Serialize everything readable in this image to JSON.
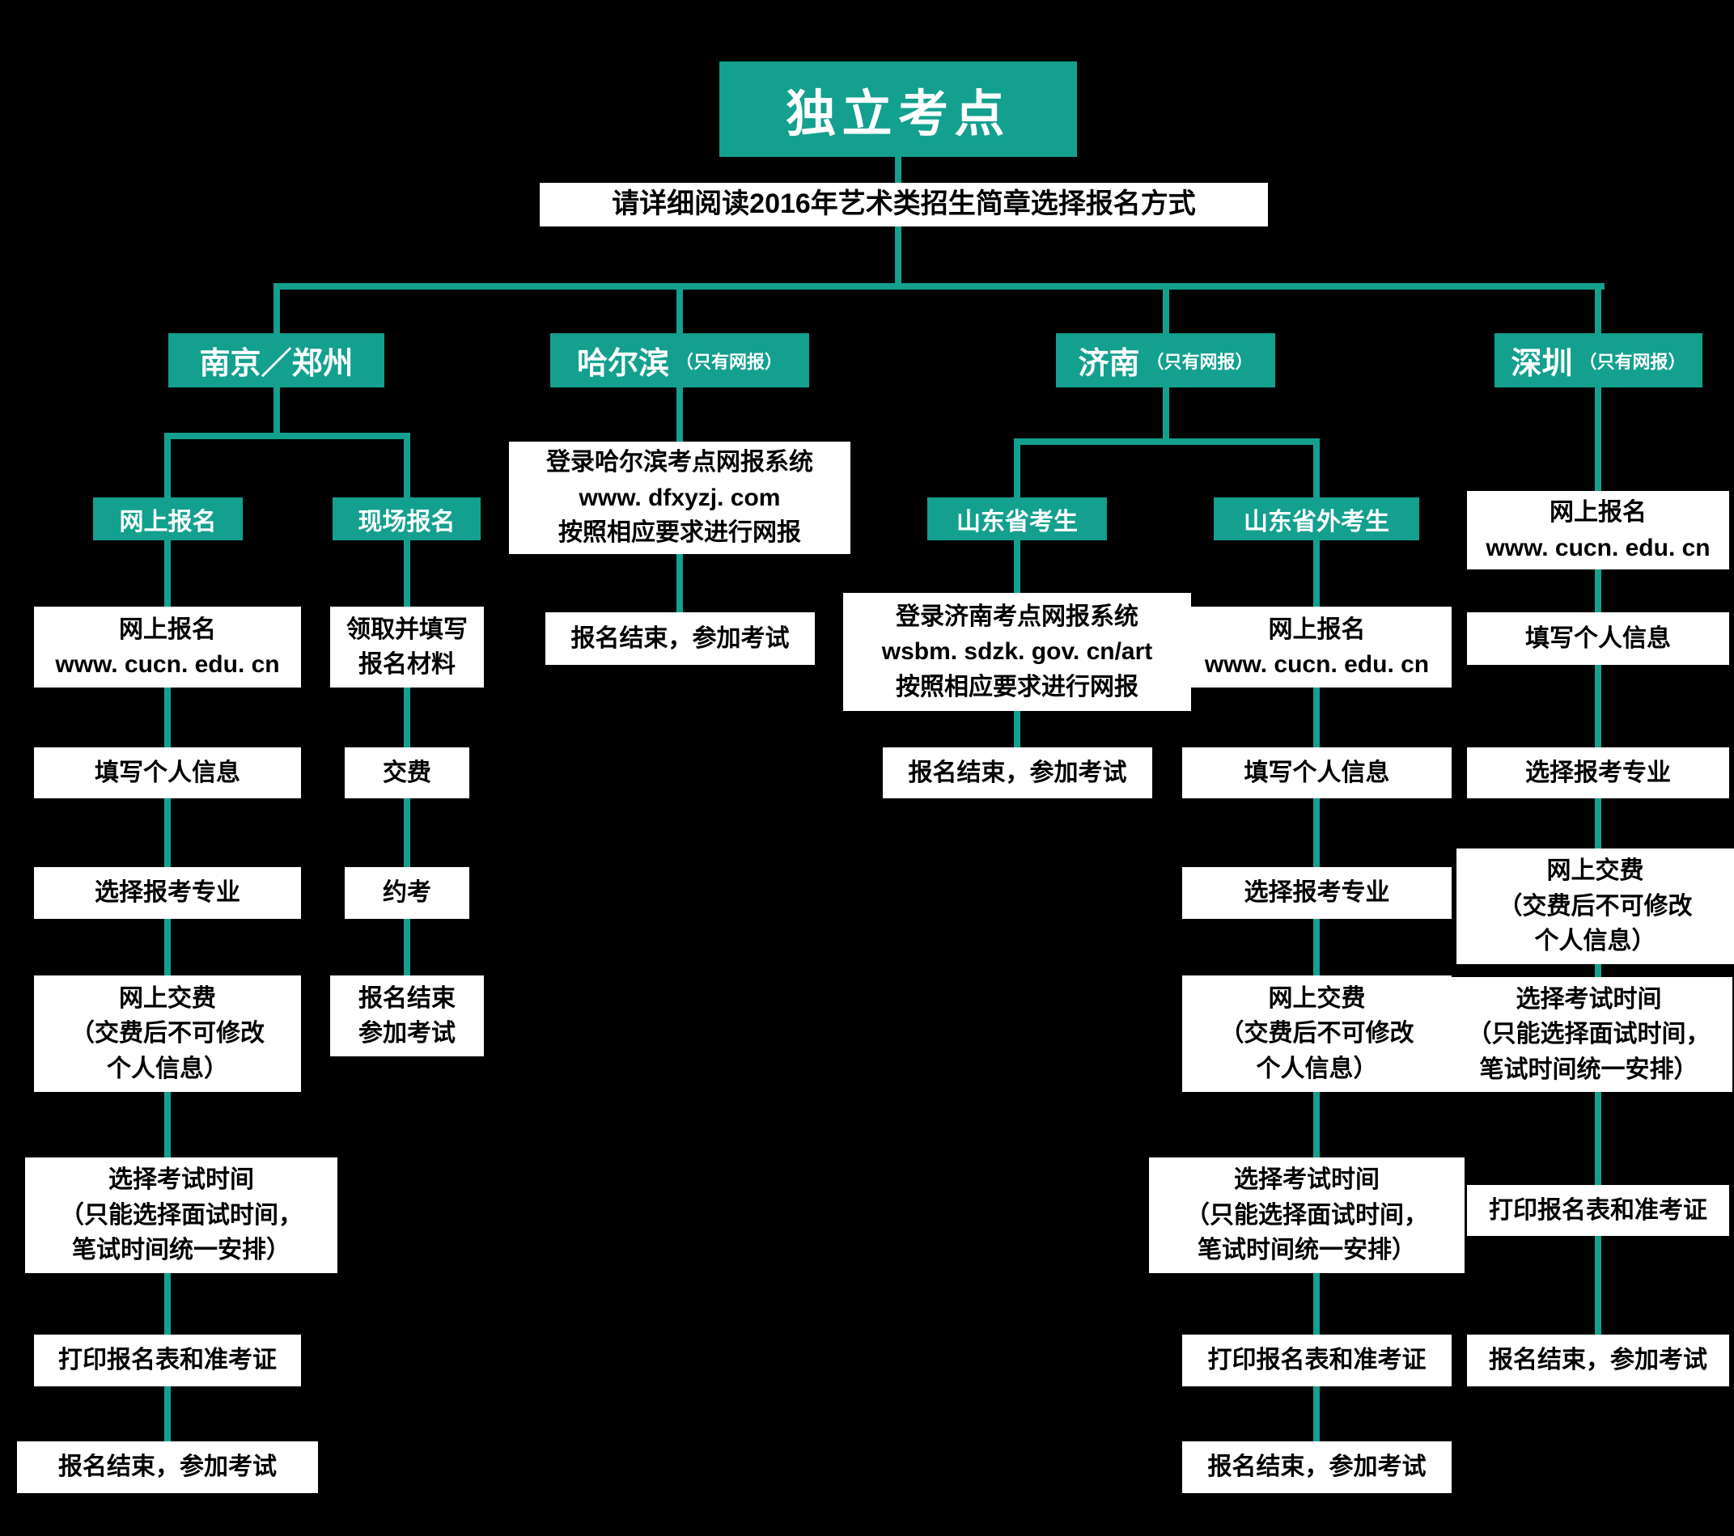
{
  "colors": {
    "teal": "#13a08f",
    "background": "#000000",
    "box-bg": "#ffffff",
    "box-text": "#000000"
  },
  "root": {
    "title": "独立考点",
    "subtitle": "请详细阅读2016年艺术类招生简章选择报名方式"
  },
  "branches": {
    "nanjing_zhengzhou": {
      "header": "南京／郑州",
      "online": {
        "header": "网上报名",
        "steps": [
          "网上报名\nwww. cucn. edu. cn",
          "填写个人信息",
          "选择报考专业",
          "网上交费\n（交费后不可修改\n个人信息）",
          "选择考试时间\n（只能选择面试时间，\n笔试时间统一安排）",
          "打印报名表和准考证",
          "报名结束，参加考试"
        ]
      },
      "onsite": {
        "header": "现场报名",
        "steps": [
          "领取并填写\n报名材料",
          "交费",
          "约考",
          "报名结束\n参加考试"
        ]
      }
    },
    "harbin": {
      "header": "哈尔滨",
      "note": "（只有网报）",
      "steps": [
        "登录哈尔滨考点网报系统\nwww. dfxyzj. com\n按照相应要求进行网报",
        "报名结束，参加考试"
      ]
    },
    "jinan": {
      "header": "济南",
      "note": "（只有网报）",
      "shandong": {
        "header": "山东省考生",
        "steps": [
          "登录济南考点网报系统\nwsbm. sdzk. gov. cn/art\n按照相应要求进行网报",
          "报名结束，参加考试"
        ]
      },
      "outside": {
        "header": "山东省外考生",
        "steps": [
          "网上报名\nwww. cucn. edu. cn",
          "填写个人信息",
          "选择报考专业",
          "网上交费\n（交费后不可修改\n个人信息）",
          "选择考试时间\n（只能选择面试时间，\n笔试时间统一安排）",
          "打印报名表和准考证",
          "报名结束，参加考试"
        ]
      }
    },
    "shenzhen": {
      "header": "深圳",
      "note": "（只有网报）",
      "steps": [
        "网上报名\nwww. cucn. edu. cn",
        "填写个人信息",
        "选择报考专业",
        "网上交费\n（交费后不可修改\n个人信息）",
        "选择考试时间\n（只能选择面试时间，\n笔试时间统一安排）",
        "打印报名表和准考证",
        "报名结束，参加考试"
      ]
    }
  }
}
